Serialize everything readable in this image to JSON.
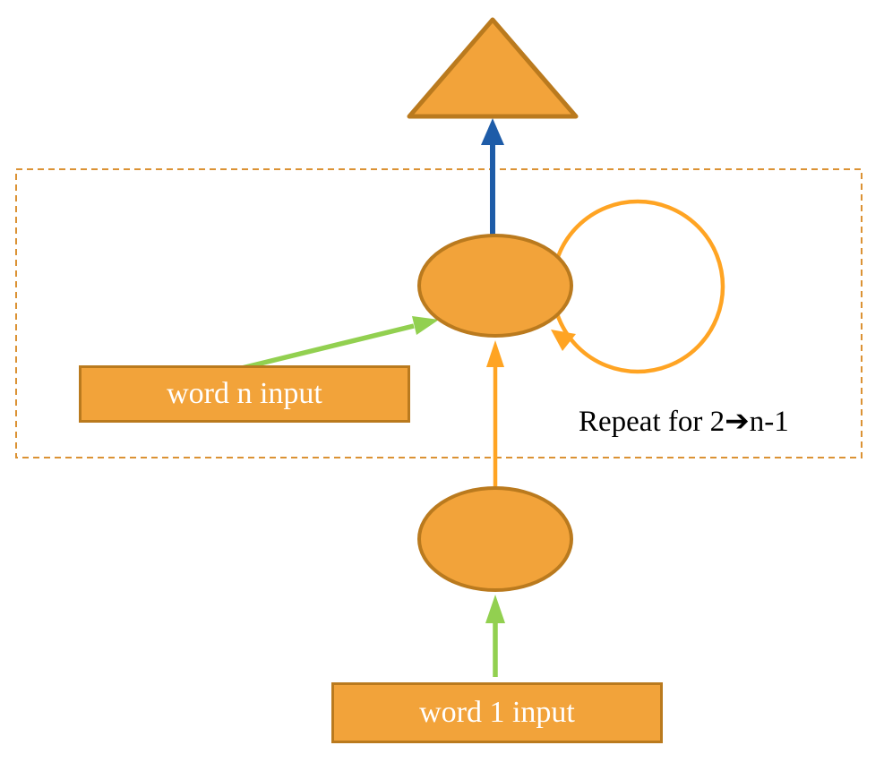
{
  "diagram": {
    "labels": {
      "word_n_input": "word n input",
      "word_1_input": "word 1 input",
      "repeat_note": "Repeat for 2➔n-1"
    },
    "colors": {
      "background": "#FFFFFF",
      "node_fill": "#F2A33A",
      "node_stroke": "#BA7A1E",
      "arrow_green": "#92D050",
      "arrow_blue": "#1E5CA8",
      "arrow_orange": "#FFA423",
      "dashed_border": "#DB9234",
      "label_text": "#FFFFFF",
      "note_text": "#000000"
    }
  }
}
